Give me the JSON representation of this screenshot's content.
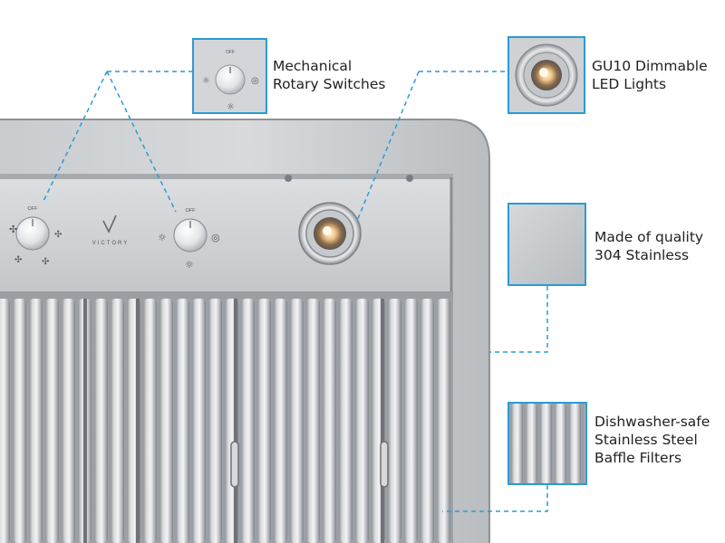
{
  "brand": "VICTORY",
  "knob_markings": {
    "off": "OFF"
  },
  "callouts": {
    "switches": {
      "line1": "Mechanical",
      "line2": "Rotary Switches"
    },
    "lights": {
      "line1": "GU10 Dimmable",
      "line2": "LED Lights"
    },
    "material": {
      "line1": "Made of quality",
      "line2": "304 Stainless"
    },
    "filters": {
      "line1": "Dishwasher-safe",
      "line2": "Stainless Steel",
      "line3": "Baffle Filters"
    }
  },
  "colors": {
    "accent_line": "#2a9bd6",
    "steel": "#bfc3c6",
    "text": "#222222"
  },
  "icons": [
    "fan-icon",
    "light-icon",
    "rotary-knob-icon",
    "led-light-icon",
    "victory-logo-icon"
  ]
}
